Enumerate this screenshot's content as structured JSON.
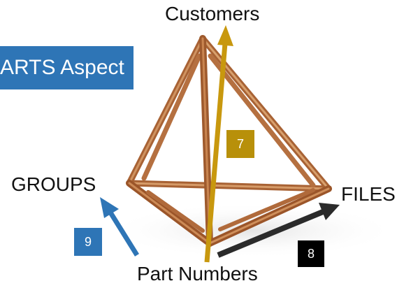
{
  "title_box": {
    "text": "ARTS Aspect",
    "color": "#2e75b6"
  },
  "labels": {
    "customers": "Customers",
    "groups": "GROUPS",
    "files": "FILES",
    "part_numbers": "Part Numbers"
  },
  "badges": {
    "customers": {
      "text": "7",
      "color": "#b8900a"
    },
    "groups": {
      "text": "9",
      "color": "#2e75b6"
    },
    "files": {
      "text": "8",
      "color": "#000000"
    }
  },
  "arrows": {
    "customers": {
      "color": "#c8980e"
    },
    "groups": {
      "color": "#2e75b6"
    },
    "files": {
      "color": "#2b2b2b"
    }
  },
  "frame_color": "#b8733f"
}
